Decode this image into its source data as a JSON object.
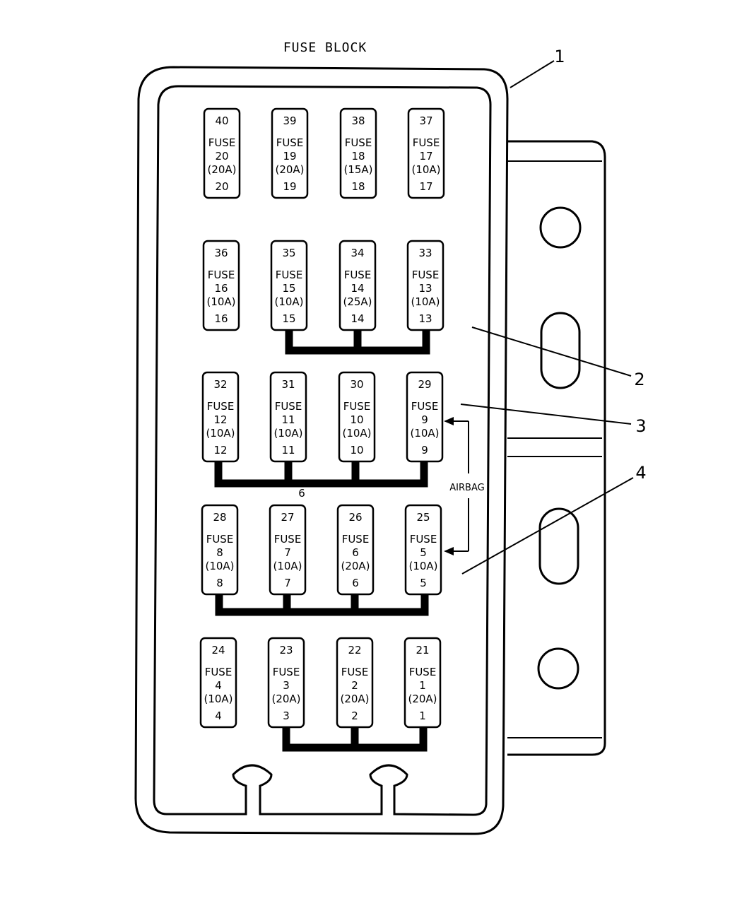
{
  "title": "FUSE BLOCK",
  "fuse_word": "FUSE",
  "airbag_label": "AIRBAG",
  "bus_label": "6",
  "callouts": [
    "1",
    "2",
    "3",
    "4"
  ],
  "fuses": [
    {
      "cavity": "40",
      "fuse": "20",
      "rating": "(20A)",
      "term": "20"
    },
    {
      "cavity": "39",
      "fuse": "19",
      "rating": "(20A)",
      "term": "19"
    },
    {
      "cavity": "38",
      "fuse": "18",
      "rating": "(15A)",
      "term": "18"
    },
    {
      "cavity": "37",
      "fuse": "17",
      "rating": "(10A)",
      "term": "17"
    },
    {
      "cavity": "36",
      "fuse": "16",
      "rating": "(10A)",
      "term": "16"
    },
    {
      "cavity": "35",
      "fuse": "15",
      "rating": "(10A)",
      "term": "15"
    },
    {
      "cavity": "34",
      "fuse": "14",
      "rating": "(25A)",
      "term": "14"
    },
    {
      "cavity": "33",
      "fuse": "13",
      "rating": "(10A)",
      "term": "13"
    },
    {
      "cavity": "32",
      "fuse": "12",
      "rating": "(10A)",
      "term": "12"
    },
    {
      "cavity": "31",
      "fuse": "11",
      "rating": "(10A)",
      "term": "11"
    },
    {
      "cavity": "30",
      "fuse": "10",
      "rating": "(10A)",
      "term": "10"
    },
    {
      "cavity": "29",
      "fuse": "9",
      "rating": "(10A)",
      "term": "9"
    },
    {
      "cavity": "28",
      "fuse": "8",
      "rating": "(10A)",
      "term": "8"
    },
    {
      "cavity": "27",
      "fuse": "7",
      "rating": "(10A)",
      "term": "7"
    },
    {
      "cavity": "26",
      "fuse": "6",
      "rating": "(20A)",
      "term": "6"
    },
    {
      "cavity": "25",
      "fuse": "5",
      "rating": "(10A)",
      "term": "5"
    },
    {
      "cavity": "24",
      "fuse": "4",
      "rating": "(10A)",
      "term": "4"
    },
    {
      "cavity": "23",
      "fuse": "3",
      "rating": "(20A)",
      "term": "3"
    },
    {
      "cavity": "22",
      "fuse": "2",
      "rating": "(20A)",
      "term": "2"
    },
    {
      "cavity": "21",
      "fuse": "1",
      "rating": "(20A)",
      "term": "1"
    }
  ]
}
